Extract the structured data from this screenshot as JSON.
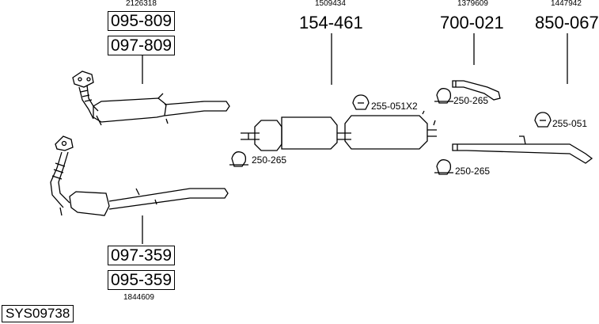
{
  "diagram": {
    "system_code": "SYS09738",
    "groups": [
      {
        "ref": "2126318",
        "parts": [
          "095-809",
          "097-809"
        ]
      },
      {
        "ref": "1509434",
        "parts": [
          "154-461"
        ]
      },
      {
        "ref": "1379609",
        "parts": [
          "700-021"
        ]
      },
      {
        "ref": "1447942",
        "parts": [
          "850-067"
        ]
      },
      {
        "ref": "1844609",
        "parts": [
          "097-359",
          "095-359"
        ]
      }
    ],
    "accessories": [
      {
        "label": "255-051X2"
      },
      {
        "label": "250-265"
      },
      {
        "label": "250-265"
      },
      {
        "label": "255-051"
      },
      {
        "label": "250-265"
      }
    ]
  }
}
